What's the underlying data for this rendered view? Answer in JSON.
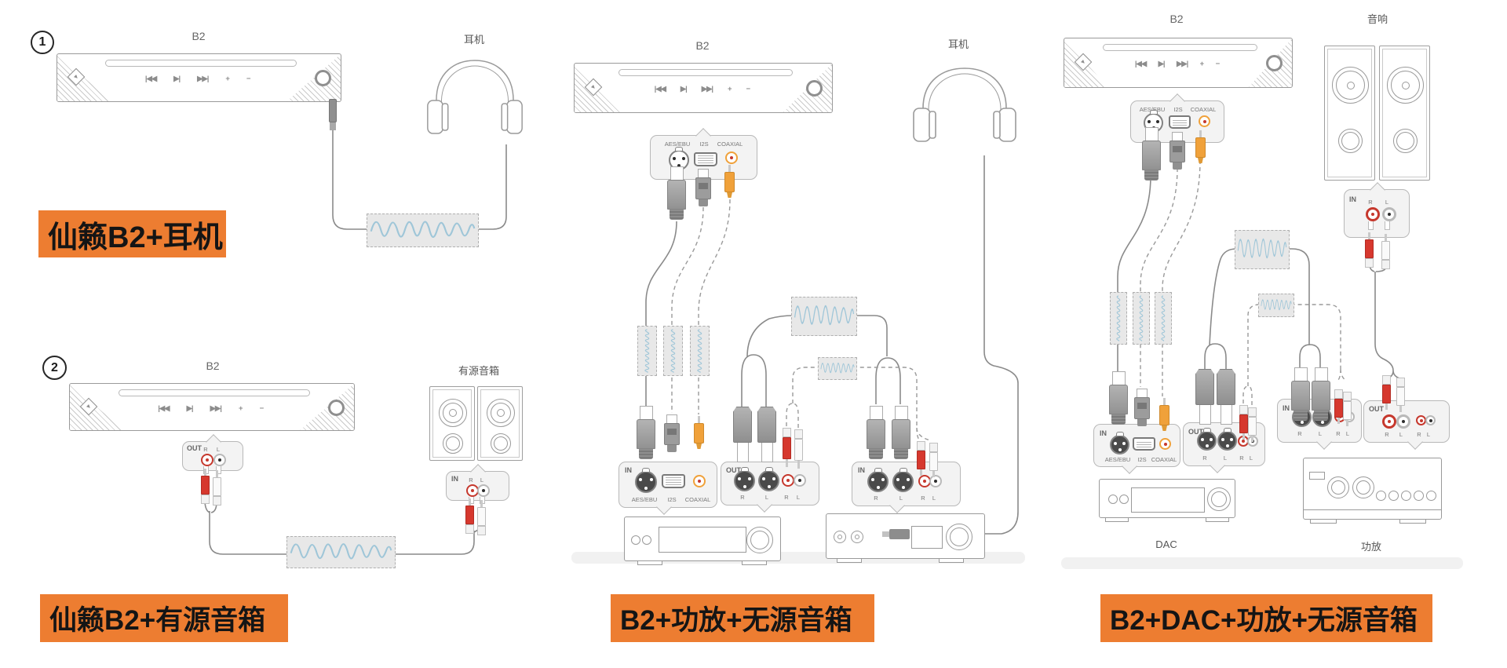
{
  "labels": {
    "in": "IN",
    "out": "OUT",
    "r": "R",
    "l": "L",
    "aes_ebu": "AES/EBU",
    "i2s": "I2S",
    "coaxial": "COAXIAL"
  },
  "b2": {
    "name": "B2",
    "controls": [
      "|◀◀",
      "▶|",
      "▶▶|",
      "+",
      "−"
    ]
  },
  "sections": {
    "s1": {
      "number": "1",
      "b2_label": "B2",
      "device_label": "耳机",
      "caption": "仙籁B2+耳机"
    },
    "s2": {
      "number": "2",
      "b2_label": "B2",
      "device_label": "有源音箱",
      "caption": "仙籁B2+有源音箱"
    },
    "s3": {
      "b2_label": "B2",
      "device_label": "耳机",
      "caption": "B2+功放+无源音箱"
    },
    "s4": {
      "b2_label": "B2",
      "device_label": "音响",
      "dac_label": "DAC",
      "amp_label": "功放",
      "caption": "B2+DAC+功放+无源音箱"
    }
  },
  "colors": {
    "caption_bg": "#ED7D31",
    "rca_red": "#D6382E",
    "coax_orange": "#F0A13A",
    "wave_blue": "#9FC6D8",
    "cable_grey": "#8A8A8A"
  }
}
